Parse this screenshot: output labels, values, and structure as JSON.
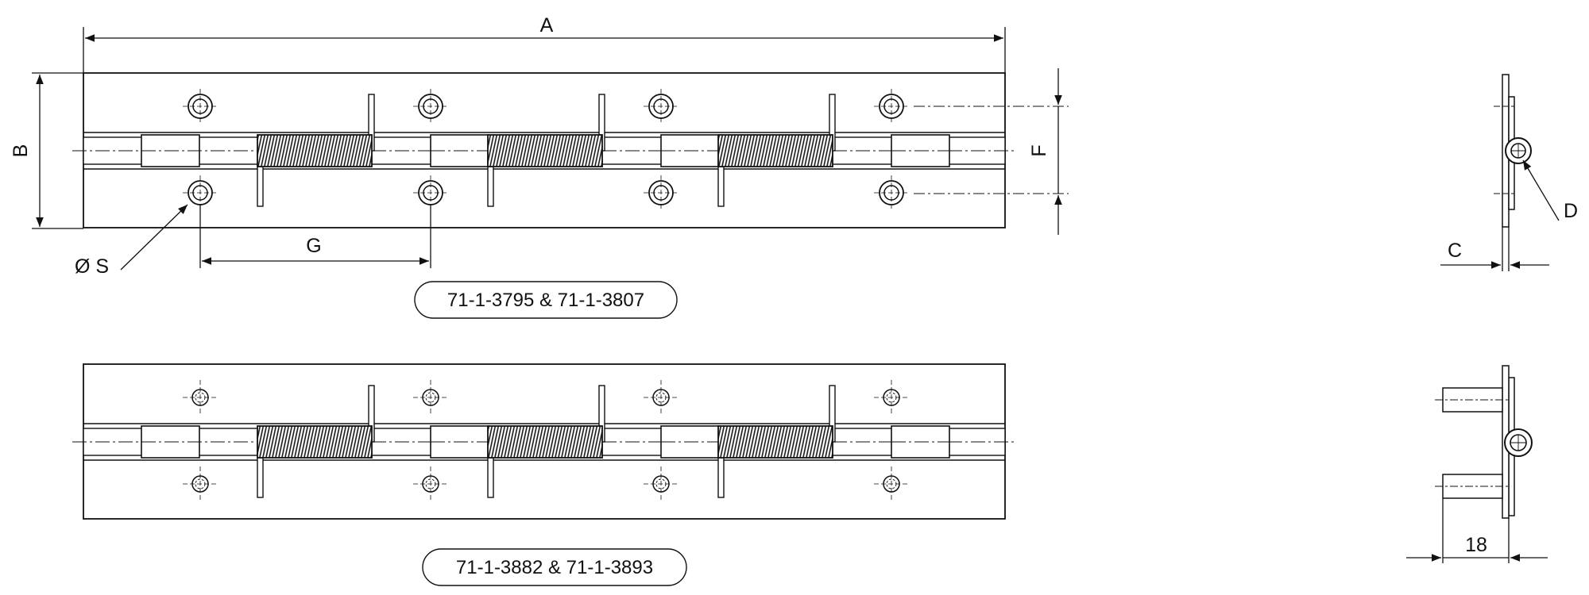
{
  "labels": {
    "A": "A",
    "B": "B",
    "F": "F",
    "G": "G",
    "S": "Ø S",
    "C": "C",
    "D": "D",
    "dim_18": "18"
  },
  "captions": {
    "top": "71-1-3795 & 71-1-3807",
    "bottom": "71-1-3882 & 71-1-3893"
  },
  "colors": {
    "line": "#111111",
    "background": "#ffffff"
  },
  "hinges": [
    {
      "name": "top-hinge",
      "hole_style": "countersunk"
    },
    {
      "name": "bottom-hinge",
      "hole_style": "stud"
    }
  ]
}
